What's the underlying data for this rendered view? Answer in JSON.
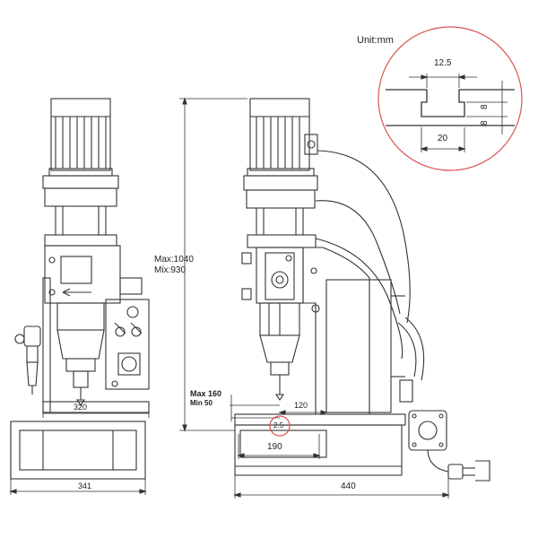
{
  "unit_label": "Unit:mm",
  "slot_detail": {
    "top_width": "12.5",
    "bottom_width": "20",
    "height_a": "8",
    "height_b": "8"
  },
  "front_view": {
    "base_width": "341",
    "column_width": "320"
  },
  "side_view": {
    "height_range": "Max:1040\nMix:930",
    "stroke_max": "Max 160",
    "stroke_min": "Min 50",
    "throat": "120",
    "table_circle_value": "2.5",
    "table_width": "190",
    "base_depth": "440"
  },
  "colors": {
    "line": "#333333",
    "highlight_circle": "#d9534f"
  }
}
